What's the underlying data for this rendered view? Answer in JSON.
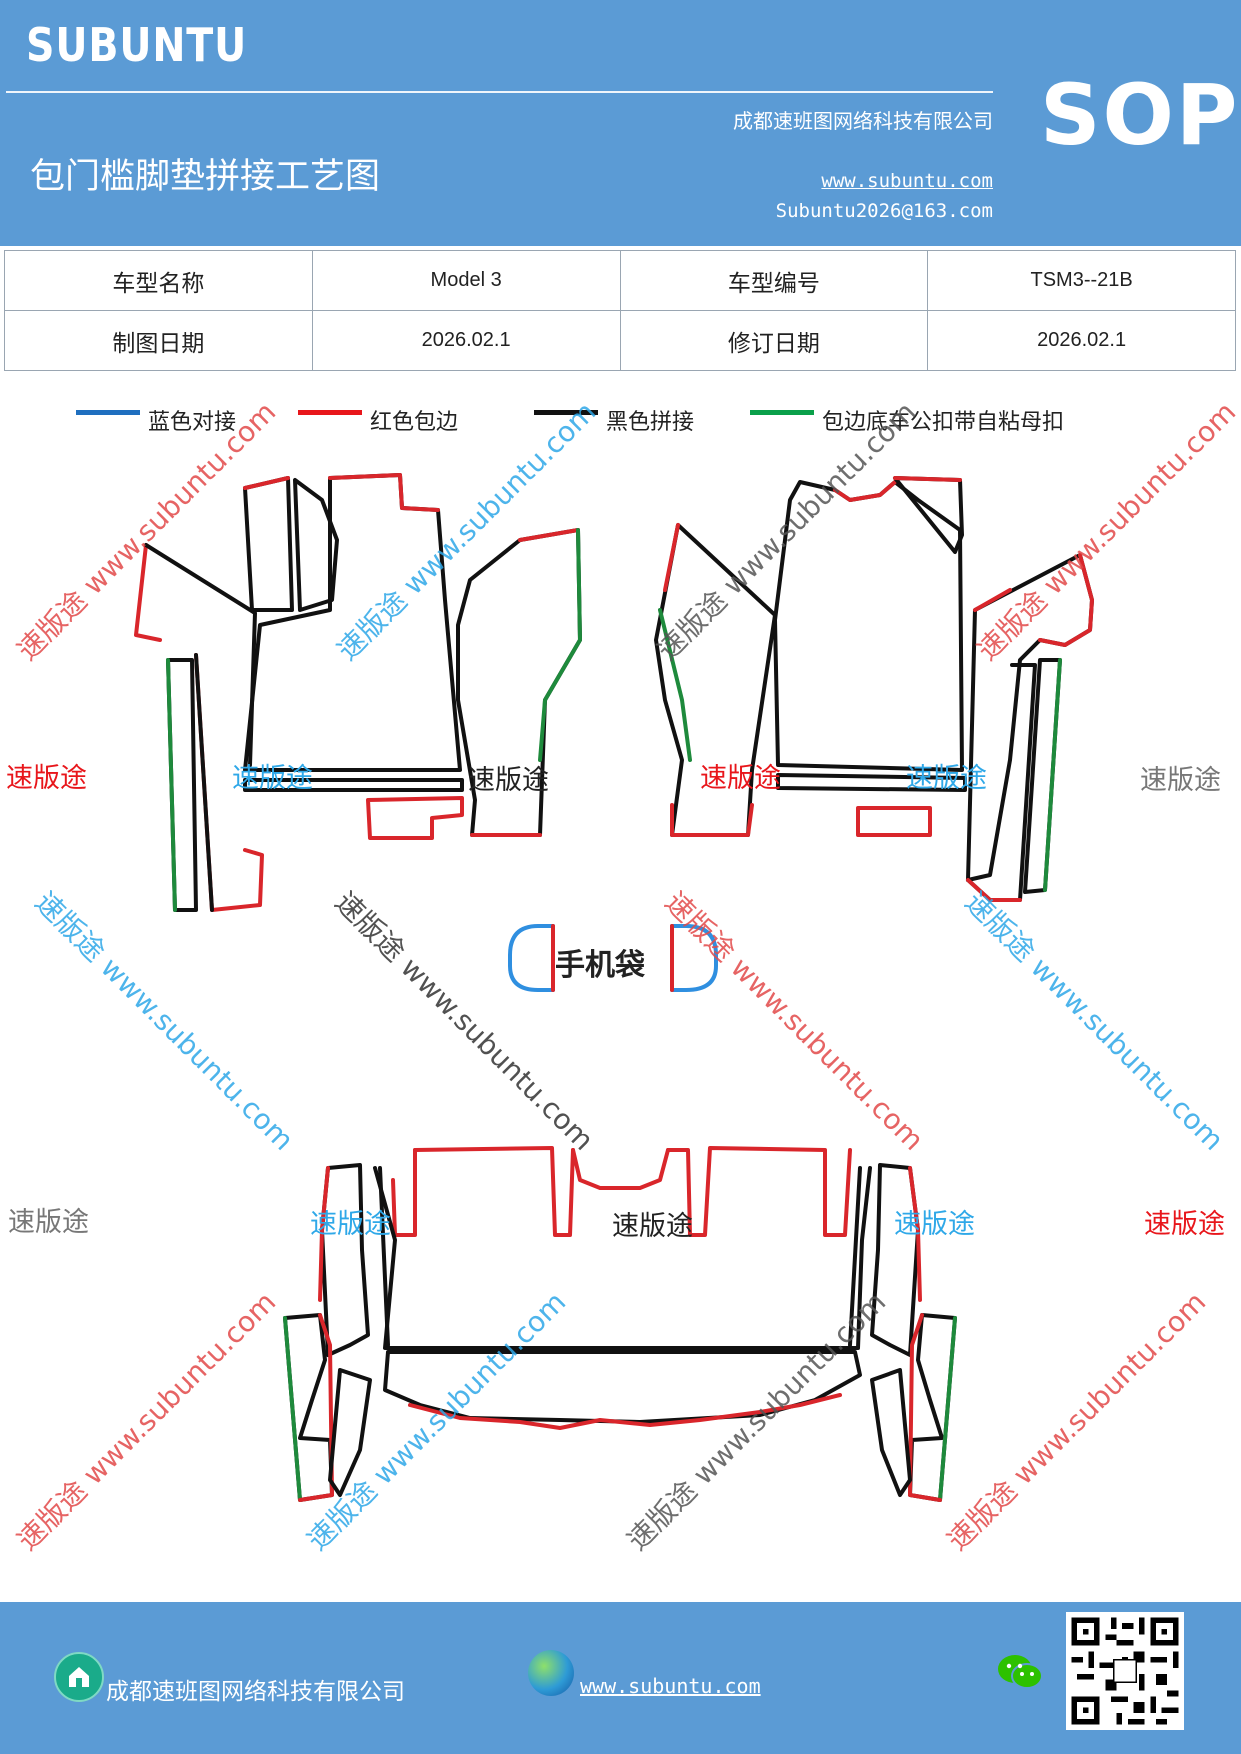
{
  "header": {
    "brand": "SUBUNTU",
    "company": "成都速班图网络科技有限公司",
    "title": "包门槛脚垫拼接工艺图",
    "website": "www.subuntu.com",
    "email": "Subuntu2026@163.com",
    "badge": "SOP"
  },
  "info_table": {
    "row1": {
      "label1": "车型名称",
      "value1": "Model 3",
      "label2": "车型编号",
      "value2": "TSM3--21B"
    },
    "row2": {
      "label1": "制图日期",
      "value1": "2026.02.1",
      "label2": "修订日期",
      "value2": "2026.02.1"
    }
  },
  "legend": [
    {
      "label": "蓝色对接",
      "color": "#1f6fbf"
    },
    {
      "label": "红色包边",
      "color": "#e8161b"
    },
    {
      "label": "黑色拼接",
      "color": "#111111"
    },
    {
      "label": "包边底车公扣带自粘母扣",
      "color": "#0aa04a"
    }
  ],
  "diagram": {
    "pocket_label": "手机袋"
  },
  "watermarks": {
    "brand_cn": "速版途",
    "site": "www.subuntu.com",
    "diag": "速版途 www.subuntu.com"
  },
  "footer": {
    "company": "成都速班图网络科技有限公司",
    "website": "www.subuntu.com"
  },
  "colors": {
    "header_bg": "#5b9bd5",
    "edge_red": "#d9262b",
    "edge_black": "#111111",
    "edge_green": "#1e8a3c",
    "edge_blue": "#2f8fe0"
  }
}
